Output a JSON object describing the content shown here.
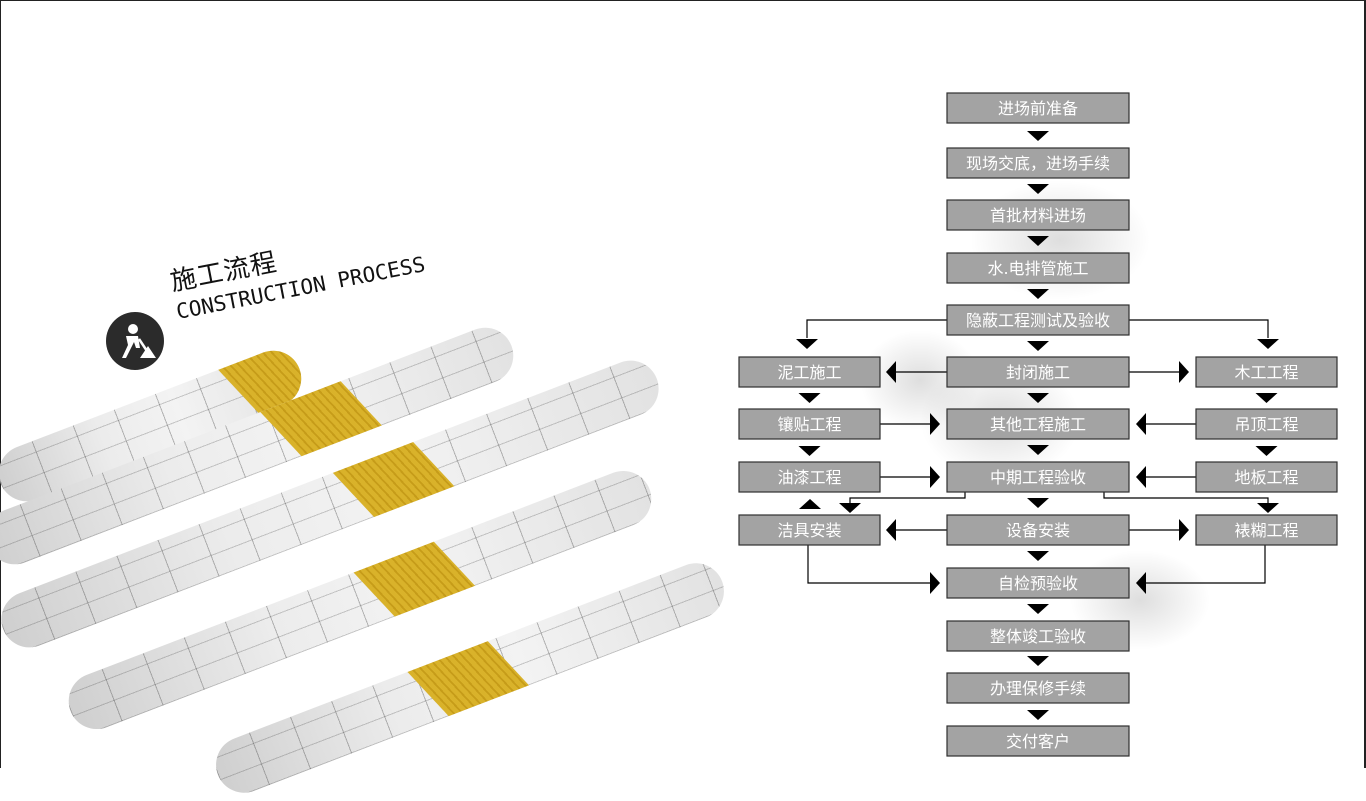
{
  "header": {
    "title_cn": "施工流程",
    "title_en": "CONSTRUCTION PROCESS"
  },
  "icons": {
    "worker": "construction-worker-icon"
  },
  "colors": {
    "box_fill": "#a3a3a3",
    "box_stroke": "#2f2f2f",
    "box_text": "#ffffff",
    "arrow": "#000000",
    "icon_bg": "#2b2b2b",
    "tape": "#d9b22a"
  },
  "flow": {
    "steps": [
      {
        "id": "prep",
        "label": "进场前准备"
      },
      {
        "id": "handover",
        "label": "现场交底，进场手续"
      },
      {
        "id": "materials",
        "label": "首批材料进场"
      },
      {
        "id": "plumbing",
        "label": "水.电排管施工"
      },
      {
        "id": "hidden-test",
        "label": "隐蔽工程测试及验收"
      },
      {
        "id": "masonry",
        "label": "泥工施工"
      },
      {
        "id": "sealing",
        "label": "封闭施工"
      },
      {
        "id": "carpentry",
        "label": "木工工程"
      },
      {
        "id": "tiling",
        "label": "镶贴工程"
      },
      {
        "id": "other-works",
        "label": "其他工程施工"
      },
      {
        "id": "ceiling",
        "label": "吊顶工程"
      },
      {
        "id": "painting",
        "label": "油漆工程"
      },
      {
        "id": "mid-inspection",
        "label": "中期工程验收"
      },
      {
        "id": "flooring",
        "label": "地板工程"
      },
      {
        "id": "sanitary",
        "label": "洁具安装"
      },
      {
        "id": "equipment",
        "label": "设备安装"
      },
      {
        "id": "wallpaper",
        "label": "裱糊工程"
      },
      {
        "id": "self-check",
        "label": "自检预验收"
      },
      {
        "id": "completion",
        "label": "整体竣工验收"
      },
      {
        "id": "warranty",
        "label": "办理保修手续"
      },
      {
        "id": "delivery",
        "label": "交付客户"
      }
    ]
  }
}
